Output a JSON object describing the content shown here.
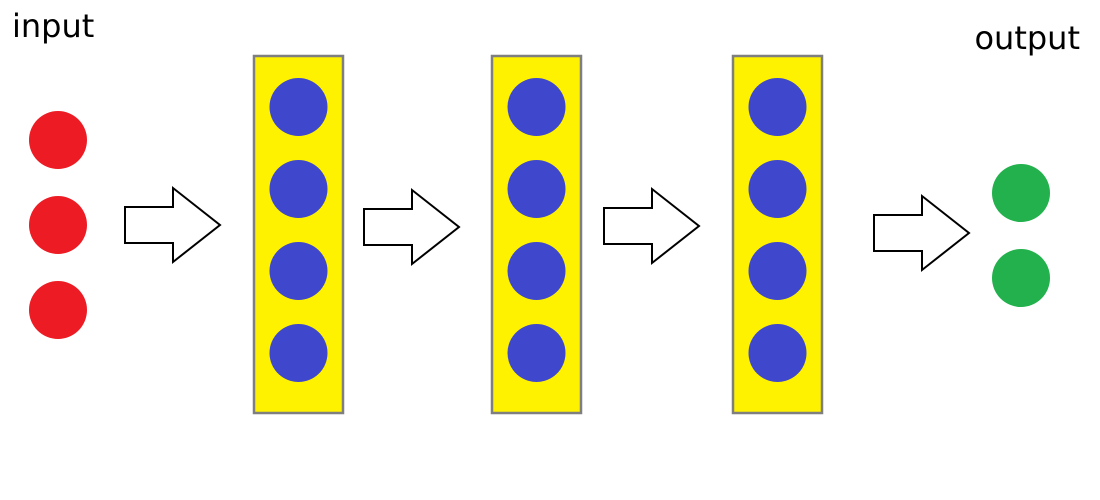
{
  "labels": {
    "input": "input",
    "output": "output"
  },
  "colors": {
    "input_node": "#ed1c24",
    "hidden_node": "#3f48cc",
    "output_node": "#22b14c",
    "layer_fill": "#fff200",
    "layer_border": "#7f7f7f",
    "arrow_stroke": "#000000",
    "arrow_fill": "#ffffff"
  },
  "network": {
    "input_nodes": 3,
    "hidden_layers": [
      4,
      4,
      4
    ],
    "output_nodes": 2,
    "arrows": 4
  }
}
